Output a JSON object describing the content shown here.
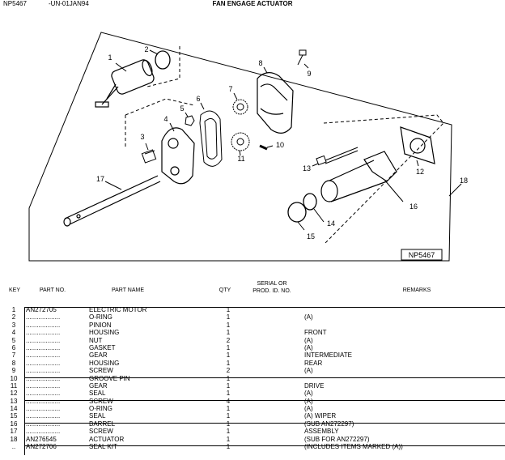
{
  "header": {
    "code": "NP5467",
    "date": "-UN-01JAN94",
    "title": "FAN ENGAGE ACTUATOR"
  },
  "diagram": {
    "callouts": [
      "1",
      "2",
      "3",
      "4",
      "5",
      "6",
      "7",
      "8",
      "9",
      "10",
      "11",
      "12",
      "13",
      "14",
      "15",
      "16",
      "17",
      "18"
    ],
    "plate": "NP5467"
  },
  "table": {
    "headers": {
      "key": "KEY",
      "part_no": "PART NO.",
      "part_name": "PART NAME",
      "qty": "QTY",
      "serial": "SERIAL OR\nPROD. ID. NO.",
      "remarks": "REMARKS"
    },
    "rows": [
      {
        "key": "1",
        "part": "AN272705",
        "name": "ELECTRIC MOTOR",
        "qty": "1",
        "remarks": ""
      },
      {
        "key": "2",
        "part": "...................",
        "name": "O-RING",
        "qty": "1",
        "remarks": "(A)"
      },
      {
        "key": "3",
        "part": "...................",
        "name": "PINION",
        "qty": "1",
        "remarks": ""
      },
      {
        "key": "4",
        "part": "...................",
        "name": "HOUSING",
        "qty": "1",
        "remarks": "FRONT"
      },
      {
        "key": "5",
        "part": "...................",
        "name": "NUT",
        "qty": "2",
        "remarks": "(A)"
      },
      {
        "key": "6",
        "part": "...................",
        "name": "GASKET",
        "qty": "1",
        "remarks": "(A)"
      },
      {
        "key": "7",
        "part": "...................",
        "name": "GEAR",
        "qty": "1",
        "remarks": "INTERMEDIATE"
      },
      {
        "key": "8",
        "part": "...................",
        "name": "HOUSING",
        "qty": "1",
        "remarks": "REAR"
      },
      {
        "key": "9",
        "part": "...................",
        "name": "SCREW",
        "qty": "2",
        "remarks": "(A)"
      },
      {
        "key": "10",
        "part": "...................",
        "name": "GROOVE PIN",
        "qty": "1",
        "remarks": ""
      },
      {
        "key": "11",
        "part": "...................",
        "name": "GEAR",
        "qty": "1",
        "remarks": "DRIVE"
      },
      {
        "key": "12",
        "part": "...................",
        "name": "SEAL",
        "qty": "1",
        "remarks": "(A)"
      },
      {
        "key": "13",
        "part": "...................",
        "name": "SCREW",
        "qty": "4",
        "remarks": "(A)"
      },
      {
        "key": "14",
        "part": "...................",
        "name": "O-RING",
        "qty": "1",
        "remarks": "(A)"
      },
      {
        "key": "15",
        "part": "...................",
        "name": "SEAL",
        "qty": "1",
        "remarks": "(A) WIPER"
      },
      {
        "key": "16",
        "part": "...................",
        "name": "BARREL",
        "qty": "1",
        "remarks": "(SUB AN272297)"
      },
      {
        "key": "17",
        "part": "...................",
        "name": "SCREW",
        "qty": "1",
        "remarks": "ASSEMBLY"
      },
      {
        "key": "18",
        "part": "AN276545",
        "name": "ACTUATOR",
        "qty": "1",
        "remarks": "(SUB FOR AN272297)"
      },
      {
        "key": "..",
        "part": "AN272706",
        "name": "SEAL KIT",
        "qty": "1",
        "remarks": "(INCLUDES ITEMS MARKED (A))"
      }
    ]
  }
}
